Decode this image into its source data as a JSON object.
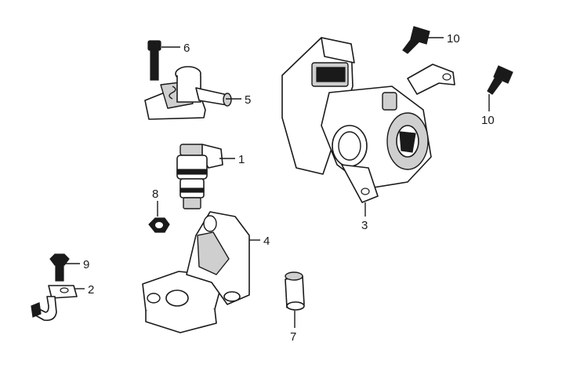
{
  "diagram": {
    "callouts": {
      "c1": "1",
      "c2": "2",
      "c3": "3",
      "c4": "4",
      "c5": "5",
      "c6": "6",
      "c7": "7",
      "c8": "8",
      "c9": "9",
      "c10a": "10",
      "c10b": "10"
    }
  }
}
